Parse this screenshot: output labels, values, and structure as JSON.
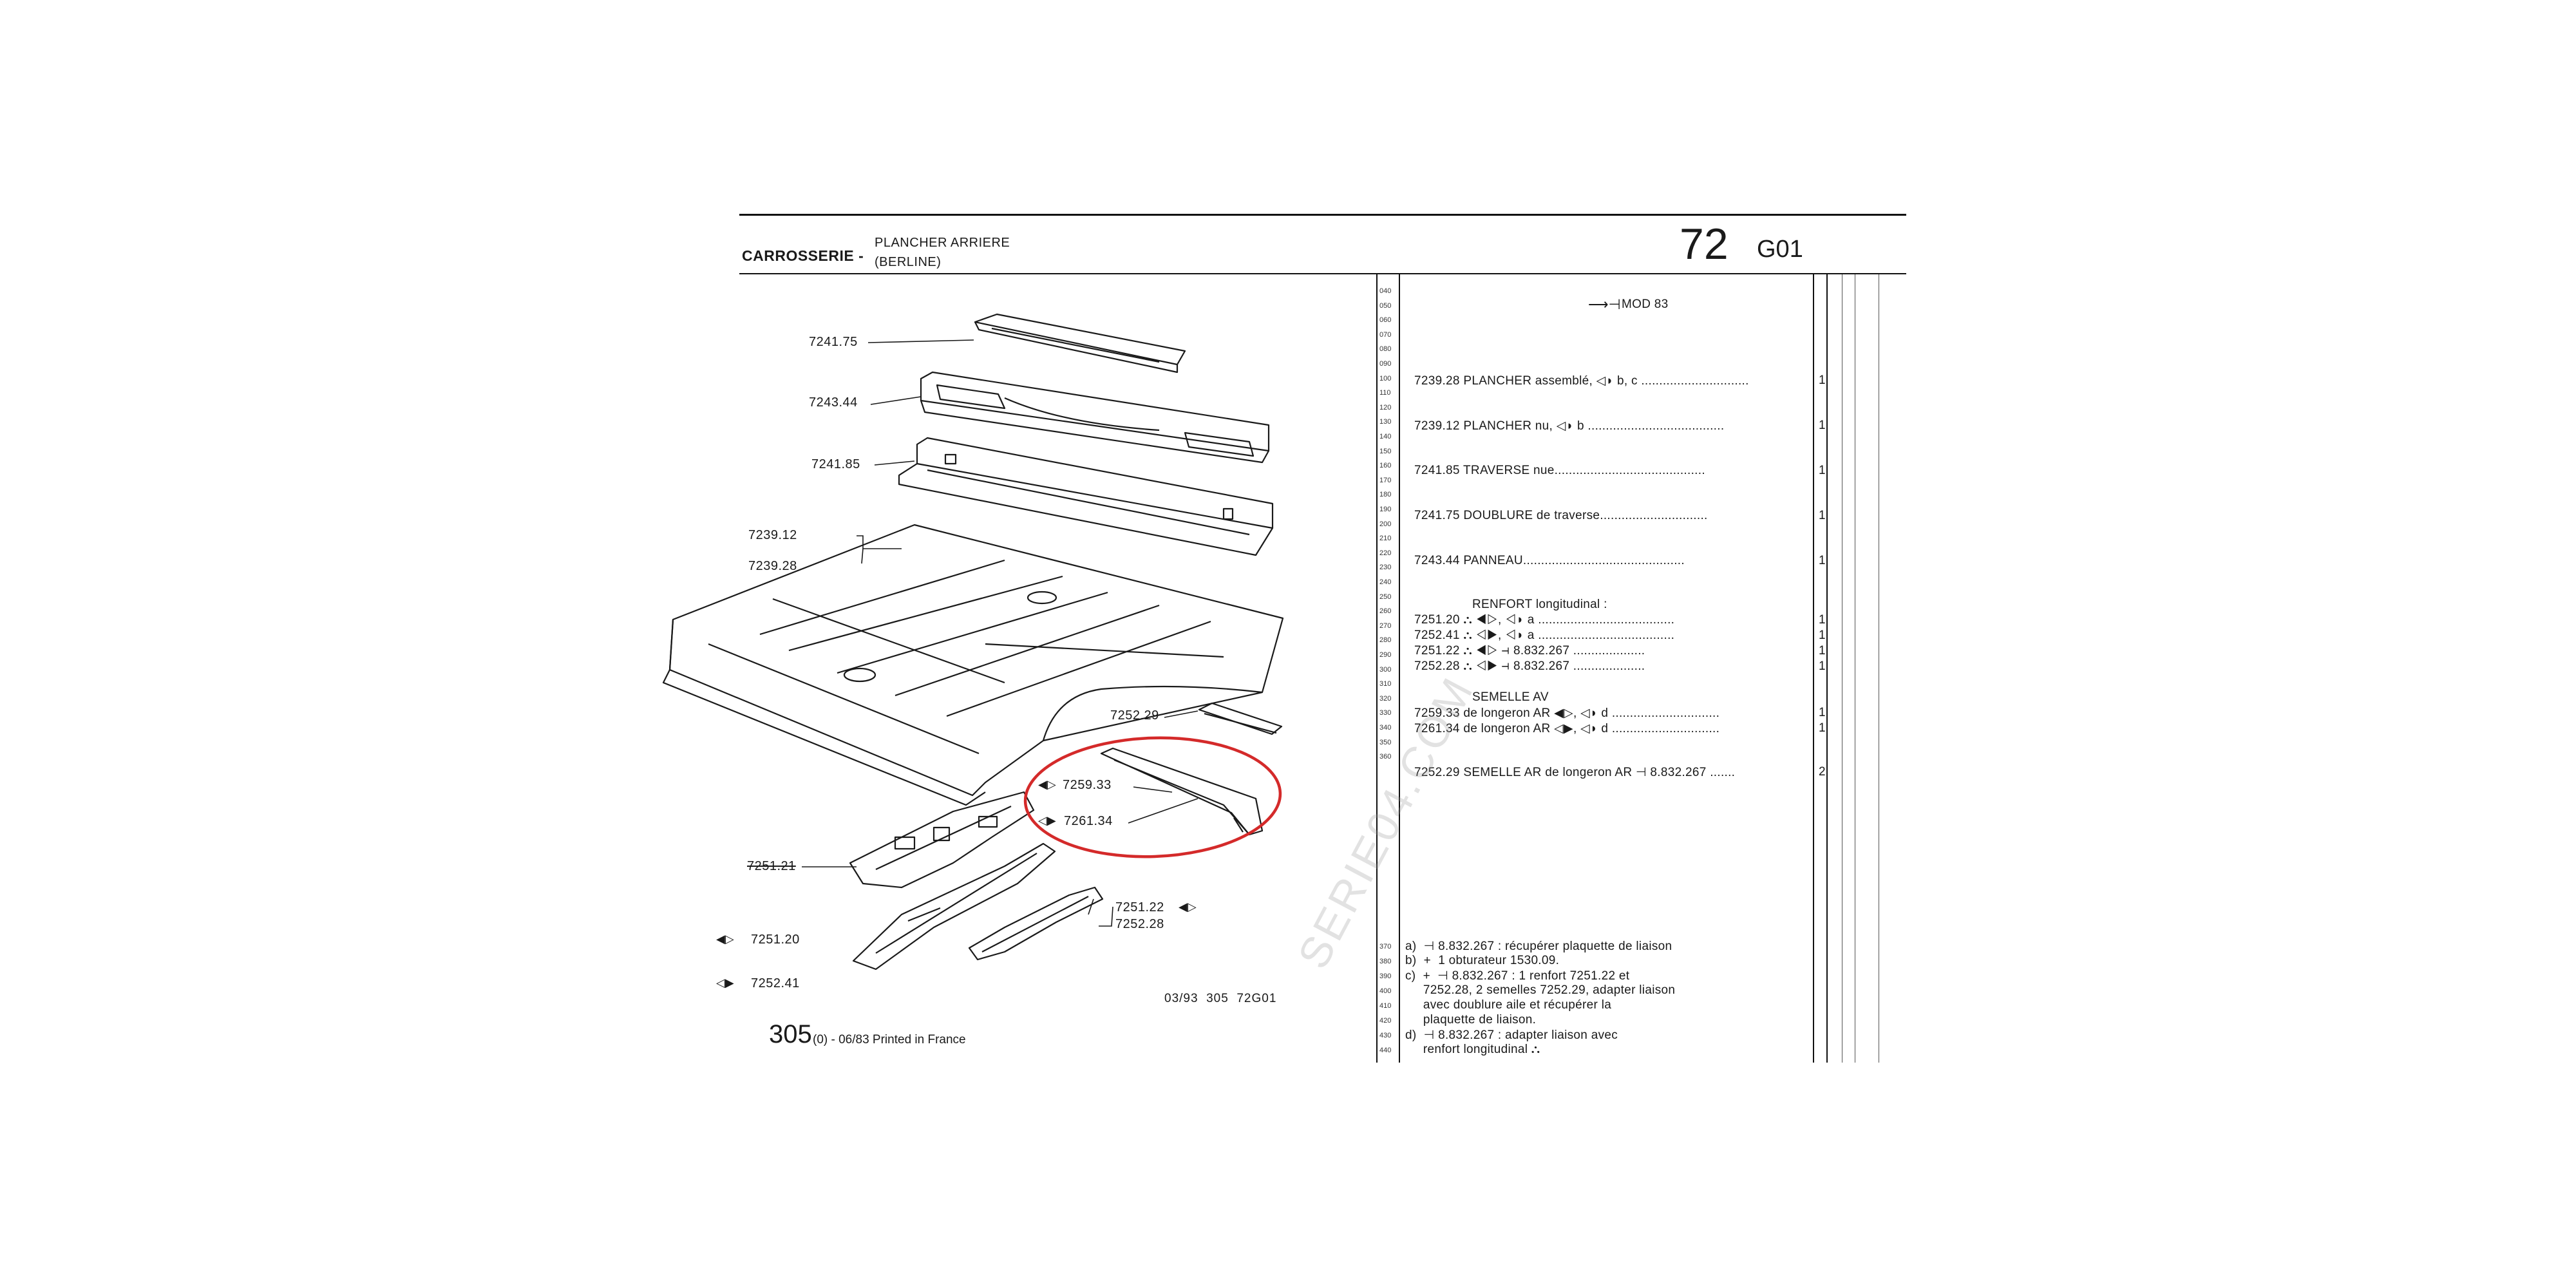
{
  "header": {
    "section": "CARROSSERIE -",
    "subtitle_line1": "PLANCHER ARRIERE",
    "subtitle_line2": "(BERLINE)",
    "group_number": "72",
    "group_code": "G01"
  },
  "diagram": {
    "callouts": {
      "c7241_75": "7241.75",
      "c7243_44": "7243.44",
      "c7241_85": "7241.85",
      "c7239_12": "7239.12",
      "c7239_28": "7239.28",
      "c7252_29": "7252.29",
      "c7259_33": "7259.33",
      "c7261_34": "7261.34",
      "c7251_21": "7251.21",
      "c7251_20": "7251.20",
      "c7252_41": "7252.41",
      "c7251_22": "7251.22",
      "c7252_28": "7252.28"
    },
    "ref_code": "03/93  305  72G01",
    "footer_model": "305",
    "footer_text": "(0) - 06/83 Printed in France",
    "highlight_color": "#d42a2a"
  },
  "line_numbers": [
    "040",
    "050",
    "060",
    "070",
    "080",
    "090",
    "100",
    "110",
    "120",
    "130",
    "140",
    "150",
    "160",
    "170",
    "180",
    "190",
    "200",
    "210",
    "220",
    "230",
    "240",
    "250",
    "260",
    "270",
    "280",
    "290",
    "300",
    "310",
    "320",
    "330",
    "340",
    "350",
    "360"
  ],
  "footnote_line_numbers": [
    "370",
    "380",
    "390",
    "400",
    "410",
    "420",
    "430",
    "440"
  ],
  "parts_list": {
    "mod_note": "MOD 83",
    "rows": [
      {
        "text": "7239.28 PLANCHER assemblé,  ◁◗ b, c ..............................",
        "qty": "1"
      },
      {
        "text": "7239.12 PLANCHER nu,  ◁◗ b ......................................",
        "qty": "1"
      },
      {
        "text": "7241.85 TRAVERSE nue..........................................",
        "qty": "1"
      },
      {
        "text": "7241.75 DOUBLURE de traverse..............................",
        "qty": "1"
      },
      {
        "text": "7243.44 PANNEAU.............................................",
        "qty": "1"
      }
    ],
    "renfort_heading": "RENFORT longitudinal :",
    "renfort_rows": [
      {
        "text": "7251.20  ⛬ ◀▷, ◁◗ a ......................................",
        "qty": "1"
      },
      {
        "text": "7252.41  ⛬ ◁▶, ◁◗ a ......................................",
        "qty": "1"
      },
      {
        "text": "7251.22  ⛬ ◀▷ ⊣ 8.832.267 ....................",
        "qty": "1"
      },
      {
        "text": "7252.28  ⛬ ◁▶ ⊣ 8.832.267 ....................",
        "qty": "1"
      }
    ],
    "semelle_heading": "SEMELLE  AV",
    "semelle_rows": [
      {
        "text": "7259.33  de longeron  AR  ◀▷, ◁◗ d ..............................",
        "qty": "1"
      },
      {
        "text": "7261.34  de longeron  AR  ◁▶, ◁◗ d ..............................",
        "qty": "1"
      }
    ],
    "last_row": {
      "text": "7252.29 SEMELLE  AR  de longeron  AR  ⊣ 8.832.267 .......",
      "qty": "2"
    }
  },
  "footnotes": [
    "a)  ⊣ 8.832.267 : récupérer plaquette de liaison",
    "b)  +  1 obturateur 1530.09.",
    "c)  +  ⊣ 8.832.267 : 1 renfort 7251.22 et",
    "     7252.28, 2 semelles 7252.29, adapter liaison",
    "     avec doublure aile et récupérer la",
    "     plaquette de liaison.",
    "d)  ⊣ 8.832.267 : adapter liaison avec",
    "     renfort longitudinal ⛬"
  ],
  "watermark": "SERIE04.COM"
}
